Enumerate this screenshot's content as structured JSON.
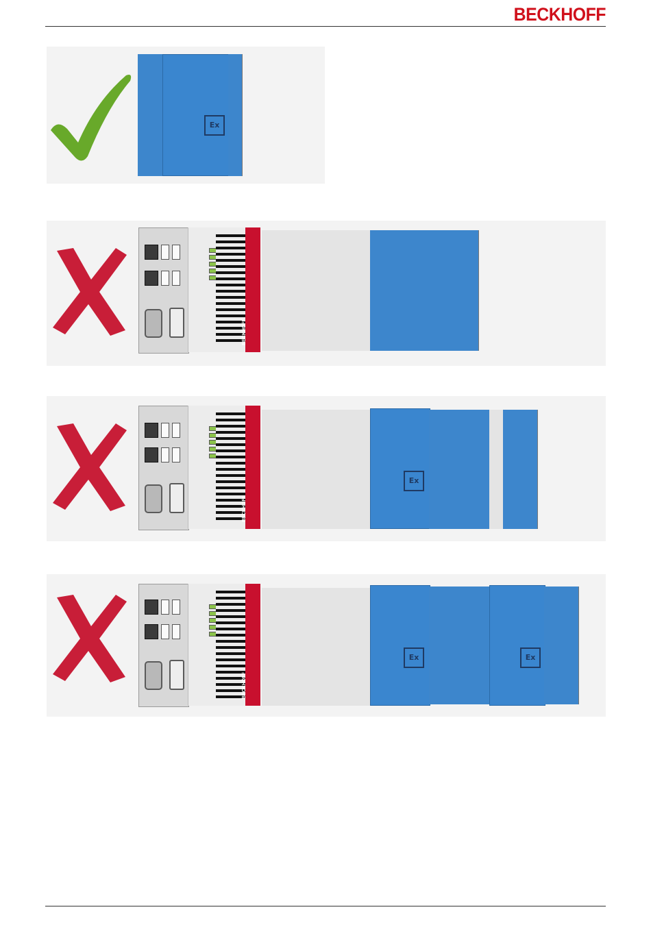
{
  "header": {
    "brand": "BECKHOFF"
  },
  "examples": [
    {
      "verdict": "correct",
      "mark_icon": "check-icon",
      "mark_color": "#68a92a"
    },
    {
      "verdict": "incorrect",
      "mark_icon": "cross-icon",
      "mark_color": "#c81e38"
    },
    {
      "verdict": "incorrect",
      "mark_icon": "cross-icon",
      "mark_color": "#c81e38"
    },
    {
      "verdict": "incorrect",
      "mark_icon": "cross-icon",
      "mark_color": "#c81e38"
    }
  ],
  "colors": {
    "brand_red": "#d0101b",
    "ex_blue": "#3a86cf",
    "grey_terminal": "#e4e4e4",
    "check_green": "#68a92a",
    "cross_red": "#c81e38"
  }
}
